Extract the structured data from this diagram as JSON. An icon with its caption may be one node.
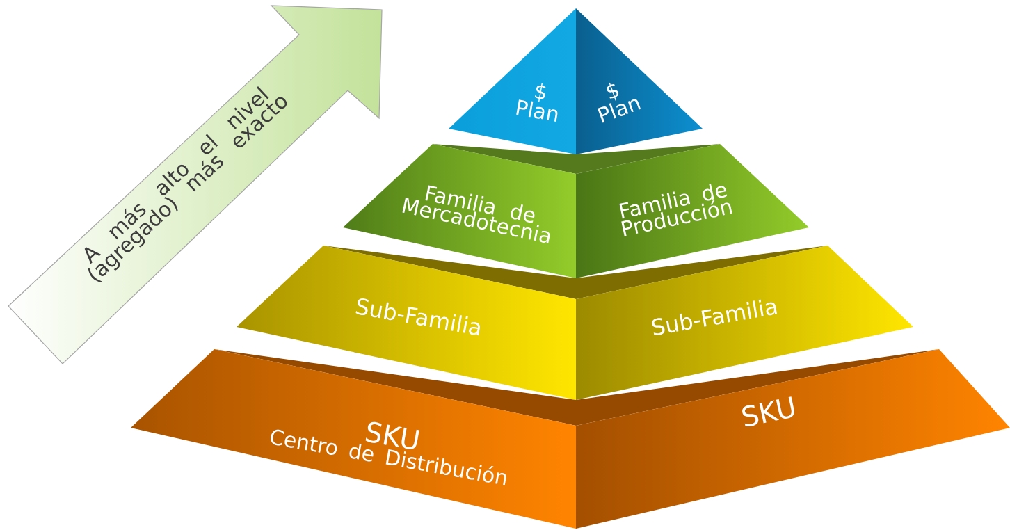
{
  "diagram": {
    "nodes": [
      {
        "text": [
          "A más alto el nivel (agregado) más exacto"
        ]
      },
      {
        "text": [
          "$ Plan"
        ]
      },
      {
        "text": [
          "$ Plan"
        ]
      },
      {
        "text": [
          "Familia de Mercadotecnia"
        ]
      },
      {
        "text": [
          "Familia de Producción"
        ]
      },
      {
        "text": [
          "Sub-Familia"
        ]
      },
      {
        "text": [
          "Sub-Familia"
        ]
      },
      {
        "text": [
          "SKU",
          "Centro de Distribución"
        ]
      },
      {
        "text": [
          "SKU"
        ]
      }
    ]
  }
}
